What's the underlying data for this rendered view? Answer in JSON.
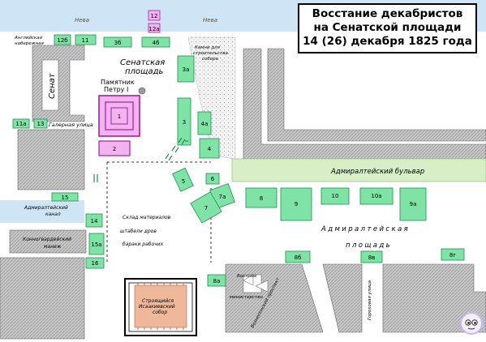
{
  "title": {
    "line1": "Восстание декабристов",
    "line2": "на Сенатской площади",
    "line3": "14 (26) декабря 1825 года"
  },
  "labels": {
    "neva_left": "Нева",
    "neva_right": "Нева",
    "anglijskaya_1": "Английская",
    "anglijskaya_2": "набережная",
    "senate": "Сенат",
    "senate_square_1": "Сенатская",
    "senate_square_2": "площадь",
    "monument_1": "Памятник",
    "monument_2": "Петру I",
    "stones_1": "Камни для",
    "stones_2": "строительства",
    "stones_3": "собора",
    "galernaya": "Галерная улица",
    "admiralty_boulevard": "Адмиралтейский бульвар",
    "admiralty_canal_1": "Адмиралтейский",
    "admiralty_canal_2": "канал",
    "admiralty_square_1": "Адмиралтейская",
    "admiralty_square_2": "площадь",
    "warehouse_1": "Склад материалов",
    "warehouse_2": "штабели дров",
    "warehouse_3": "бараки рабочих",
    "horse_guards_1": "Конногвардейский",
    "horse_guards_2": "манеж",
    "cathedral_1": "Строящийся",
    "cathedral_2": "Исаакиевский",
    "cathedral_3": "собор",
    "war_ministry_1": "Военное",
    "war_ministry_2": "министерство",
    "voznesensky": "Вознесенский проспект",
    "gorokhovaya": "Гороховая улица"
  },
  "units": [
    "12",
    "12а",
    "11",
    "12б",
    "3б",
    "4б",
    "3а",
    "1",
    "2",
    "3",
    "4а",
    "4",
    "11а",
    "13",
    "5",
    "6",
    "7а",
    "7",
    "8",
    "9",
    "10",
    "10а",
    "9а",
    "15",
    "14",
    "15а",
    "16",
    "8б",
    "8в",
    "8г",
    "8а"
  ],
  "colors": {
    "water": "#cfe4f4",
    "unit_green": "#7fe3a6",
    "unit_pink": "#f2b3ee",
    "building": "#c4c4c4",
    "park": "#d7eec6",
    "stones": "#f1f1f1",
    "cathedral": "#f0b89a"
  }
}
